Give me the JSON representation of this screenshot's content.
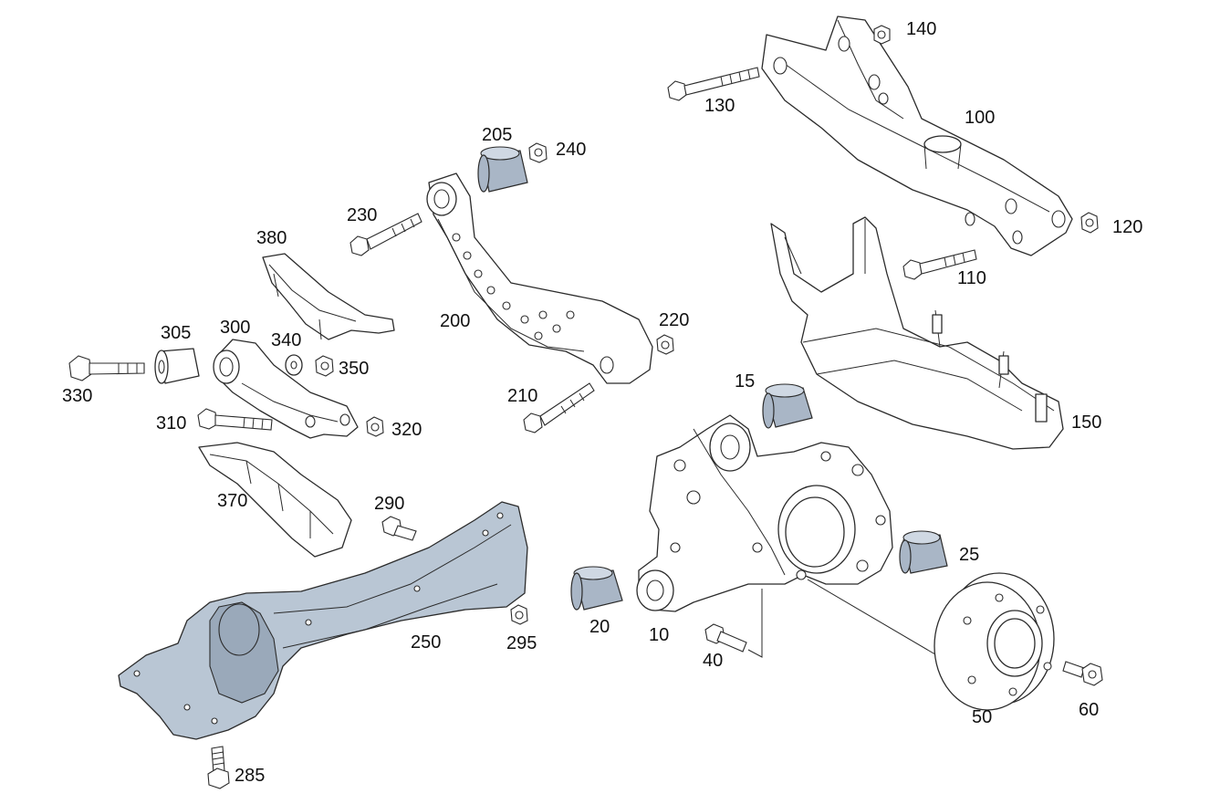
{
  "labels": {
    "p10": "10",
    "p15": "15",
    "p20": "20",
    "p25": "25",
    "p40": "40",
    "p50": "50",
    "p60": "60",
    "p100": "100",
    "p110": "110",
    "p120": "120",
    "p130": "130",
    "p140": "140",
    "p150": "150",
    "p200": "200",
    "p205": "205",
    "p210": "210",
    "p220": "220",
    "p230": "230",
    "p240": "240",
    "p250": "250",
    "p285": "285",
    "p290": "290",
    "p295": "295",
    "p300": "300",
    "p305": "305",
    "p310": "310",
    "p320": "320",
    "p330": "330",
    "p340": "340",
    "p350": "350",
    "p370": "370",
    "p380": "380"
  },
  "colors": {
    "bushing": "#a9b6c6",
    "trailing_arm": "#b9c6d4",
    "outline": "#2b2b2b",
    "background": "#ffffff"
  }
}
